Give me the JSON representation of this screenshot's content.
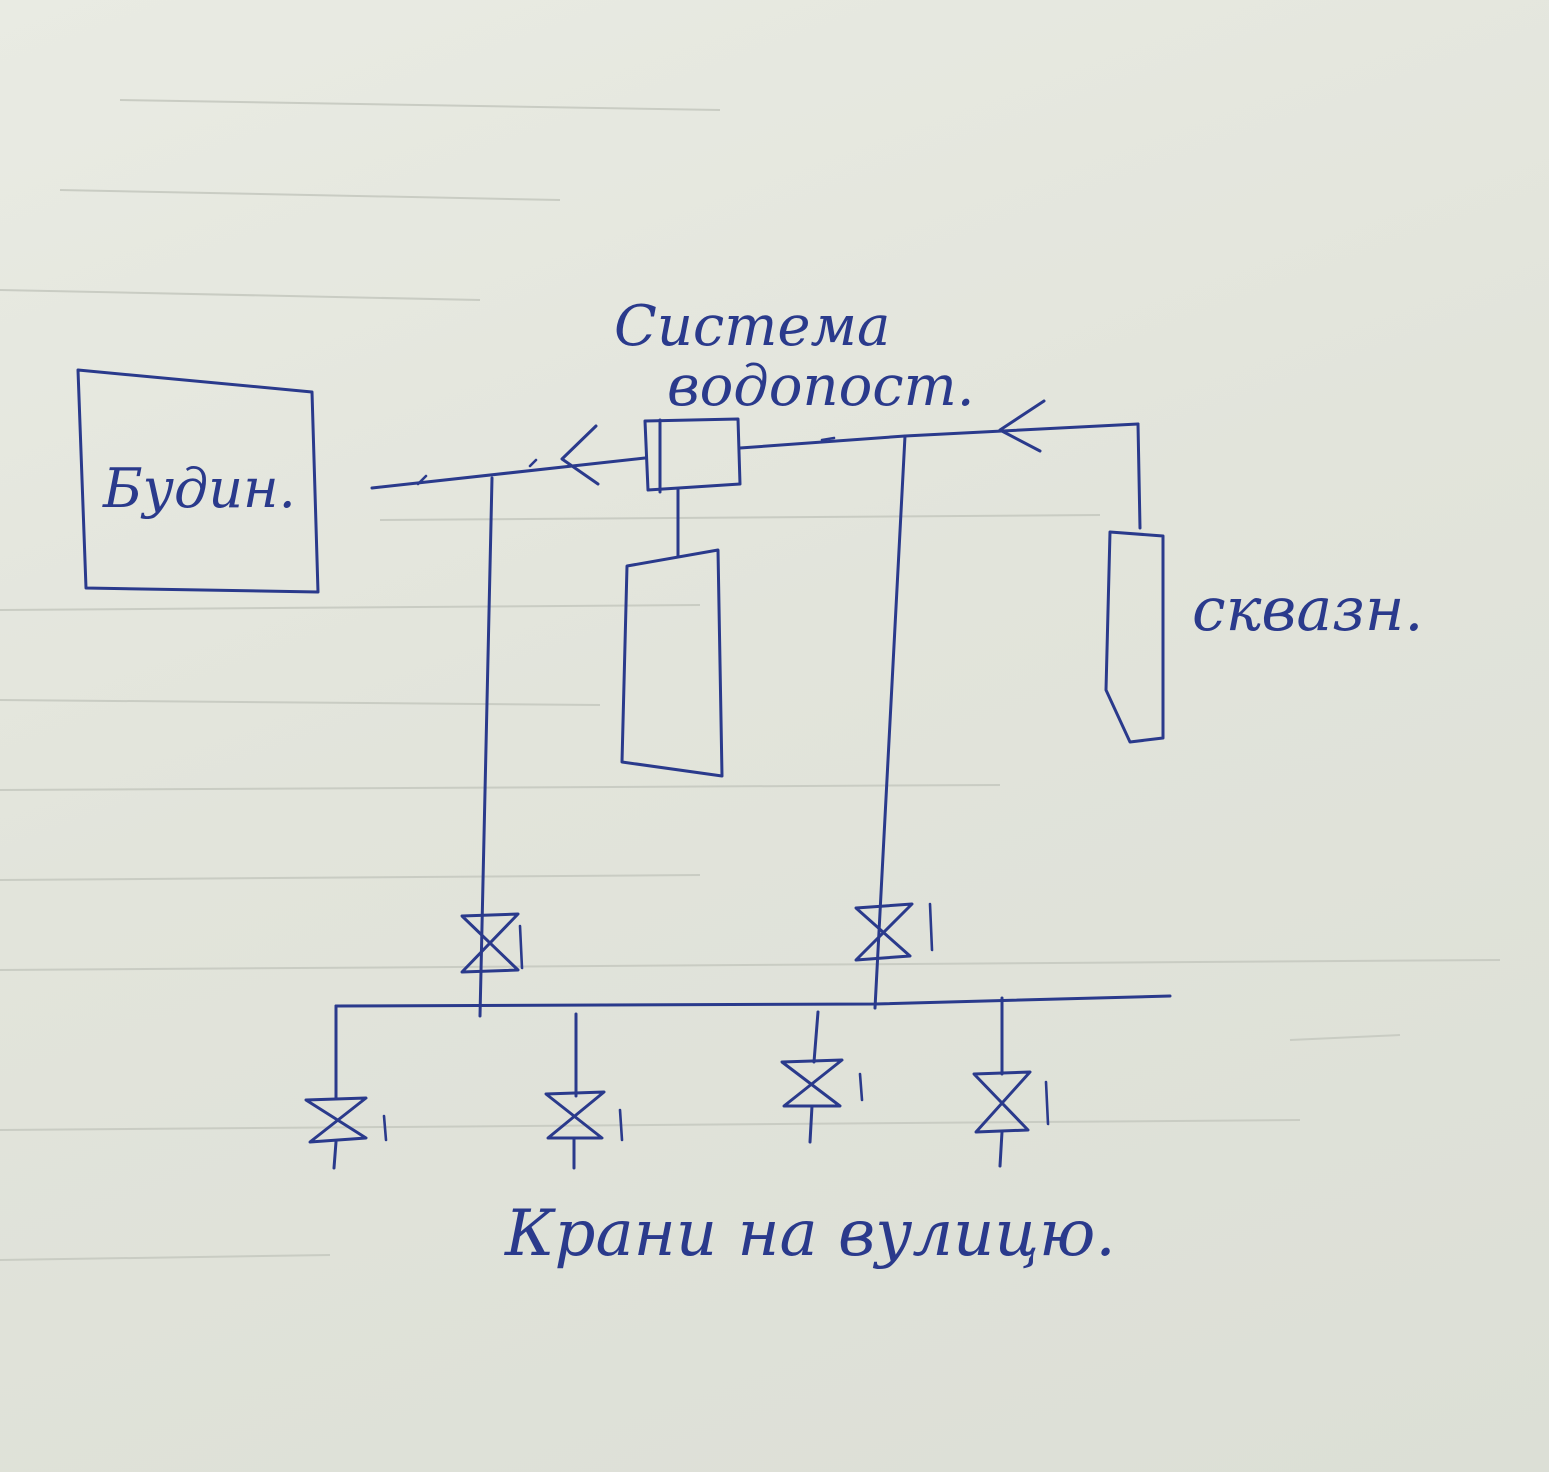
{
  "labels": {
    "building": "Будин.",
    "system_line1": "Система",
    "system_line2": "водопост.",
    "well": "сквазн.",
    "taps": "Крани на вулицю."
  },
  "colors": {
    "ink": "#2a3a8c",
    "paper": "#e6e8df"
  }
}
